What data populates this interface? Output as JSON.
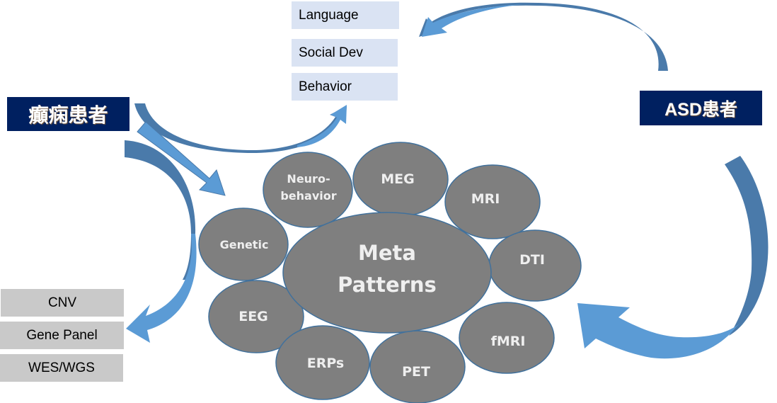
{
  "diagram": {
    "patients": {
      "epilepsy": "癲痫患者",
      "asd": "ASD患者"
    },
    "outcomes": [
      "Language",
      "Social Dev",
      "Behavior"
    ],
    "genetic_tests": [
      "CNV",
      "Gene Panel",
      "WES/WGS"
    ],
    "center": {
      "line1": "Meta",
      "line2": "Patterns"
    },
    "modalities": {
      "neurobehavior": {
        "line1": "Neuro-",
        "line2": "behavior"
      },
      "meg": "MEG",
      "mri": "MRI",
      "dti": "DTI",
      "fmri": "fMRI",
      "pet": "PET",
      "erps": "ERPs",
      "eeg": "EEG",
      "genetic": "Genetic"
    },
    "colors": {
      "navy": "#002060",
      "arrow_light": "#5b9bd5",
      "arrow_dark": "#4a7aaa",
      "ellipse_fill": "#7f7f7f",
      "ellipse_stroke": "#41719c",
      "outcome_fill": "#dae3f3",
      "genetic_fill": "#c9c9c9"
    }
  }
}
